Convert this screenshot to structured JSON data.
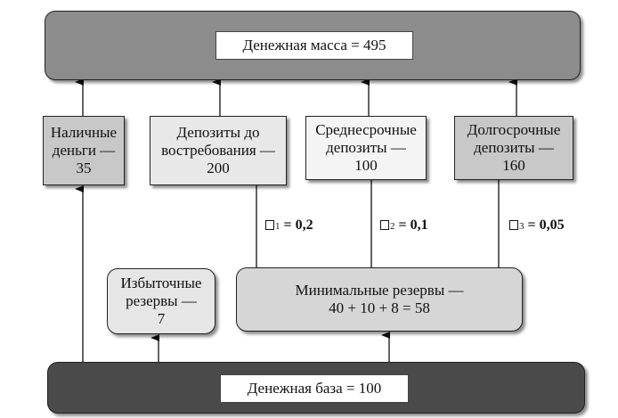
{
  "money_supply": "Денежная  масса = 495",
  "monetary_base": "Денежная база = 100",
  "components": [
    {
      "line1": "Наличные",
      "line2": "деньги —",
      "line3": "35"
    },
    {
      "line1": "Депозиты до",
      "line2": "востребования —",
      "line3": "200"
    },
    {
      "line1": "Среднесрочные",
      "line2": "депозиты —",
      "line3": "100"
    },
    {
      "line1": "Долгосрочные",
      "line2": "депозиты —",
      "line3": "160"
    }
  ],
  "excess_reserves": {
    "line1": "Избыточные",
    "line2": "резервы —",
    "line3": "7"
  },
  "required_reserves": {
    "line1": "Минимальные резервы —",
    "line2": "40 + 10 + 8 = 58"
  },
  "ratios": [
    {
      "sub": "1",
      "value": "= 0,2"
    },
    {
      "sub": "2",
      "value": "= 0,1"
    },
    {
      "sub": "3",
      "value": "= 0,05"
    }
  ]
}
